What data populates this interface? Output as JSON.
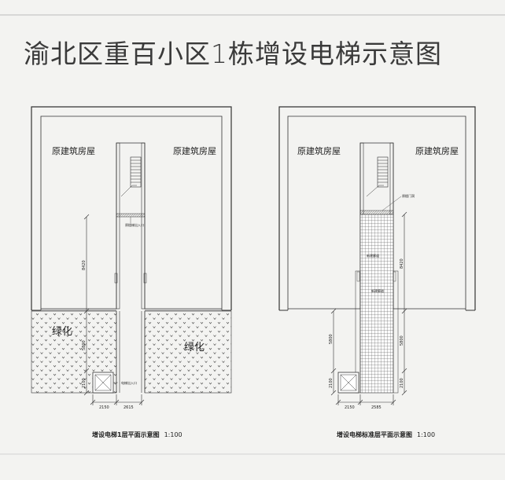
{
  "title": "渝北区重百小区1栋增设电梯示意图",
  "left_plan": {
    "house_left": "原建筑房屋",
    "house_right": "原建筑房屋",
    "green_left": "绿化",
    "green_right": "绿化",
    "note_entrance": "原楼梯出入口",
    "note_elevator": "电梯出入口",
    "dim_vertical_1": "8420",
    "dim_vertical_2": "5800",
    "dim_vertical_3": "2100",
    "dim_horizontal_1": "2150",
    "dim_horizontal_2": "2615",
    "caption_title": "增设电梯1层平面示意图",
    "caption_scale": "1:100"
  },
  "right_plan": {
    "house_left": "原建筑房屋",
    "house_right": "原建筑房屋",
    "note_door": "原楼门洞",
    "note_corridor": "新建廊道",
    "note_mid": "新建廊道",
    "dim_vertical_1": "8420",
    "dim_vertical_2": "5800",
    "dim_vertical_3": "2100",
    "dim_vertical_left_1": "5800",
    "dim_vertical_left_2": "2100",
    "dim_horizontal_1": "2150",
    "dim_horizontal_2": "2585",
    "caption_title": "增设电梯标准层平面示意图",
    "caption_scale": "1:100"
  }
}
